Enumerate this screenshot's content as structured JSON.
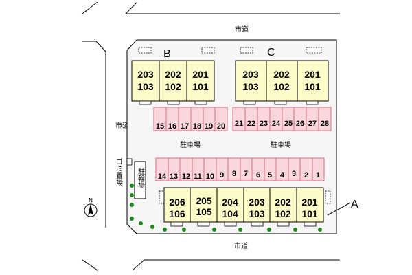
{
  "roads": {
    "top": "市道",
    "left": "市道",
    "bottom": "市道"
  },
  "parking_labels": [
    "駐車場",
    "駐車場"
  ],
  "garbage_label": "ゴミ置場",
  "bike_label": "駐輪場",
  "compass": "N",
  "building_labels": {
    "b": "B",
    "c": "C",
    "a": "A"
  },
  "building_b_units": [
    {
      "upper": "203",
      "lower": "103"
    },
    {
      "upper": "202",
      "lower": "102"
    },
    {
      "upper": "201",
      "lower": "101"
    }
  ],
  "building_c_units": [
    {
      "upper": "203",
      "lower": "103"
    },
    {
      "upper": "202",
      "lower": "102"
    },
    {
      "upper": "201",
      "lower": "101"
    }
  ],
  "building_a_units": [
    {
      "upper": "206",
      "lower": "106"
    },
    {
      "upper": "205",
      "lower": "105"
    },
    {
      "upper": "204",
      "lower": "104"
    },
    {
      "upper": "203",
      "lower": "103"
    },
    {
      "upper": "202",
      "lower": "102"
    },
    {
      "upper": "201",
      "lower": "101"
    }
  ],
  "parking_upper_left": [
    "15",
    "16",
    "17",
    "18",
    "19",
    "20"
  ],
  "parking_upper_right": [
    "21",
    "22",
    "23",
    "24",
    "25",
    "26",
    "27",
    "28"
  ],
  "parking_lower": [
    "14",
    "13",
    "12",
    "11",
    "10",
    "9",
    "8",
    "7",
    "6",
    "5",
    "4",
    "3",
    "2",
    "1"
  ],
  "colors": {
    "building_fill": "#fdfbc8",
    "stall_fill": "#fbd6dc",
    "stall_stroke": "#d9707f",
    "lot_fill": "#f6f6f6",
    "tree": "#1f8a1f"
  }
}
